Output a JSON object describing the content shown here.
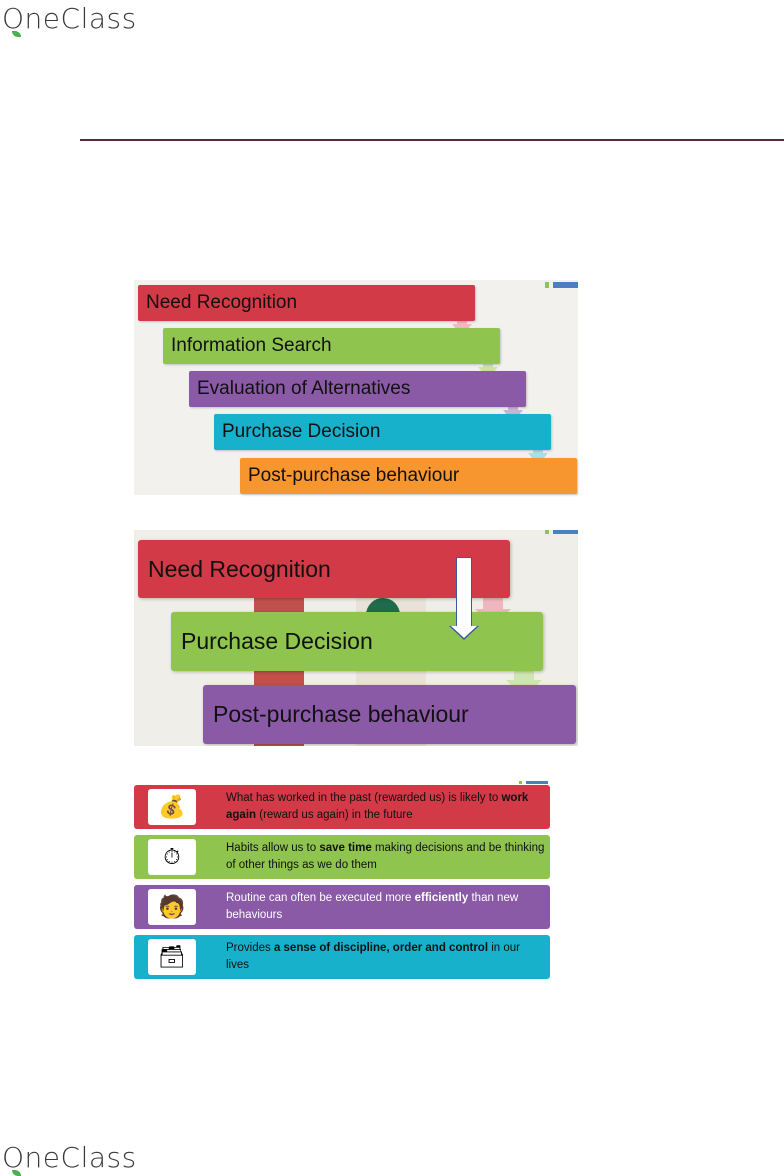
{
  "header": {
    "brand": "OneClass"
  },
  "footer": {
    "brand": "OneClass"
  },
  "slide1": {
    "steps": [
      {
        "label": "Need Recognition",
        "color": "#d13a46"
      },
      {
        "label": "Information Search",
        "color": "#8fc44f"
      },
      {
        "label": "Evaluation of Alternatives",
        "color": "#8a5aa6"
      },
      {
        "label": "Purchase Decision",
        "color": "#17b1cc"
      },
      {
        "label": "Post-purchase behaviour",
        "color": "#f7952f"
      }
    ]
  },
  "slide2": {
    "steps": [
      {
        "label": "Need Recognition",
        "color": "#d13a46"
      },
      {
        "label": "Purchase Decision",
        "color": "#8fc44f"
      },
      {
        "label": "Post-purchase behaviour",
        "color": "#8a5aa6"
      }
    ]
  },
  "slide3": {
    "rows": [
      {
        "icon": "money-bag-icon",
        "color": "#d13a46",
        "pre": "What has worked in the past (rewarded us) is likely to ",
        "bold": "work again",
        "post": " (reward us again) in the future"
      },
      {
        "icon": "stopwatch-icon",
        "color": "#8fc44f",
        "pre": "Habits allow us to ",
        "bold": "save time",
        "post": " making decisions and be thinking of other things as we do them"
      },
      {
        "icon": "multitasking-person-icon",
        "color": "#8a5aa6",
        "pre": "Routine can often be executed more ",
        "bold": "efficiently",
        "post": " than new behaviours"
      },
      {
        "icon": "file-box-icon",
        "color": "#17b1cc",
        "pre": "Provides ",
        "bold": "a sense of discipline, order and control",
        "post": " in our lives"
      }
    ]
  }
}
